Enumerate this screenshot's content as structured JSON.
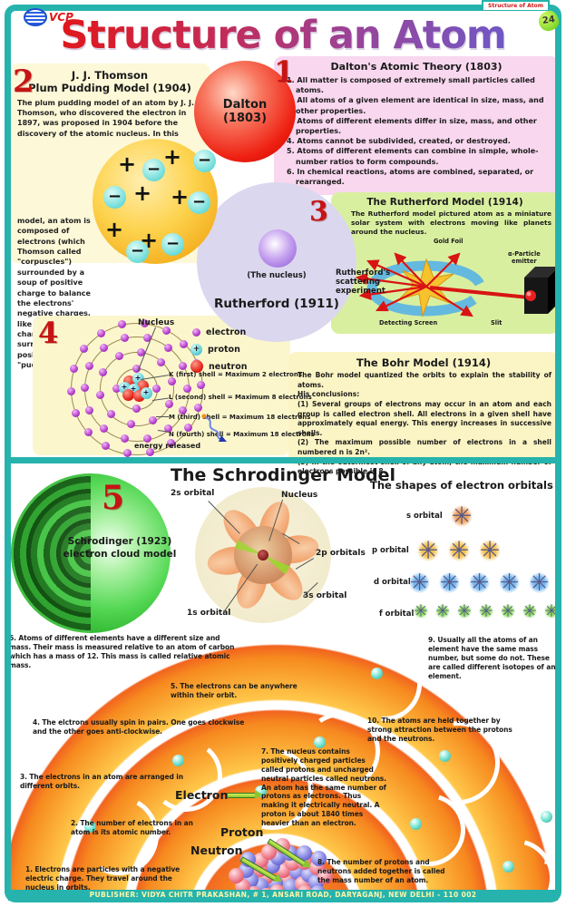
{
  "header": {
    "logo_text": "VCP",
    "corner_tab": "Structure of Atom",
    "badge": "24",
    "title": "Structure of an Atom"
  },
  "symbols": {
    "plus": "+",
    "minus": "−"
  },
  "dalton": {
    "number": "1",
    "title": "Dalton's Atomic Theory (1803)",
    "points": [
      "1. All matter is composed of extremely small particles called atoms.",
      "2. All atoms of a given element are identical in size, mass, and other properties.",
      "3. Atoms of different elements differ in size, mass, and other properties.",
      "4. Atoms cannot be subdivided, created, or destroyed.",
      "5. Atoms of different elements can combine in simple, whole-number ratios to form compounds.",
      "6. In chemical reactions, atoms are combined, separated, or rearranged."
    ],
    "sphere_line1": "Dalton",
    "sphere_line2": "(1803)"
  },
  "thomson": {
    "number": "2",
    "title_line1": "J. J. Thomson",
    "title_line2": "Plum Pudding Model (1904)",
    "body_part1": "The plum pudding model of an atom by J. J. Thomson, who discovered the electron in 1897, was proposed in 1904 before the discovery of the atomic nucleus. In this",
    "body_part2": "model, an atom is composed of electrons (which Thomson called \"corpuscles\") surrounded by a soup of positive charge to balance the electrons' negative charges, like negatively-charged \"plums\" surrounded by positively-charged \"pudding\"."
  },
  "rutherford": {
    "number": "3",
    "title": "The Rutherford Model (1914)",
    "body": "The Rutherford model pictured atom as a miniature solar system with electrons moving like planets around the nucleus.",
    "experiment_label": "Rutherford's scattering experiment",
    "gold_foil": "Gold Foil",
    "alpha_emitter_line1": "α-Particle",
    "alpha_emitter_line2": "emitter",
    "detecting_screen": "Detecting Screen",
    "slit": "Slit",
    "nucleus_caption": "(The nucleus)",
    "atom_caption": "Rutherford (1911)"
  },
  "bohr_diagram": {
    "number": "4",
    "nucleus_label": "Nucleus",
    "legend": [
      "electron",
      "proton",
      "neutron"
    ],
    "shells": [
      "K (first) shell = Maximum 2 electrons",
      "L (second) shell = Maximum 8 electrons",
      "M (third) shell = Maximum 18 electrons",
      "N (fourth) shell = Maximum 18 electrons"
    ],
    "energy_label": "energy released"
  },
  "bohr": {
    "title": "The Bohr Model (1914)",
    "intro": "The Bohr model quantized the orbits to explain the stability of atoms.",
    "conclusions_label": "His conclusions:",
    "points": [
      "(1) Several groups of electrons may occur in an atom and each group is called electron shell. All electrons in a given shell have approximately equal energy. This energy increases in successive shells.",
      "(2) The maximum possible number of electrons in a shell numbered n is 2n².",
      "(3) In the outermost shell of any atom, the maximum number of electrons possible is 8."
    ]
  },
  "schrodinger": {
    "number": "5",
    "title": "The Schrodinger Model",
    "cloud_line1": "Schrodinger (1923)",
    "cloud_line2": "electron cloud model",
    "atom_labels": {
      "orbital_2s": "2s orbital",
      "nucleus": "Nucleus",
      "orbitals_2p": "2p orbitals",
      "orbital_3s": "3s orbital",
      "orbital_1s": "1s orbital"
    },
    "orbitals": {
      "title": "The shapes of electron orbitals",
      "rows": [
        {
          "label": "s orbital",
          "count": 1,
          "color": "#f2a45c"
        },
        {
          "label": "p orbital",
          "count": 3,
          "color": "#f6c24e"
        },
        {
          "label": "d orbital",
          "count": 5,
          "color": "#76b8f0"
        },
        {
          "label": "f orbital",
          "count": 7,
          "color": "#8ede5e"
        }
      ]
    }
  },
  "facts": [
    "1. Electrons are particles with a negative electric charge. They travel around the nucleus in orbits.",
    "2. The number of electrons in an atom is its atomic number.",
    "3. The electrons in an atom are arranged in different orbits.",
    "4. The elctrons usually spin in pairs. One goes clockwise and the other goes anti-clockwise.",
    "5. The electrons can be anywhere within their orbit.",
    "6. Atoms of different elements have a different size and mass. Their mass is measured relative to an atom of carbon which has a mass of 12. This mass is called relative atomic mass.",
    "7. The nucleus contains positively charged particles called protons and uncharged neutral particles called neutrons. An atom has the same number of protons as electrons. Thus making it electrically neutral. A proton is about 1840 times heavier than an electron.",
    "8. The number of protons and neutrons added together is called the mass number of an atom.",
    "9. Usually all the atoms of an element have the same mass number, but some do not. These are called different isotopes of an element.",
    "10. The atoms are held together by strong attraction between the protons and the neutrons."
  ],
  "particle_labels": {
    "electron": "Electron",
    "proton": "Proton",
    "neutron": "Neutron"
  },
  "footer": "PUBLISHER: VIDYA CHITR PRAKASHAN, # 1, ANSARI ROAD, DARYAGANJ, NEW DELHI - 110 002"
}
